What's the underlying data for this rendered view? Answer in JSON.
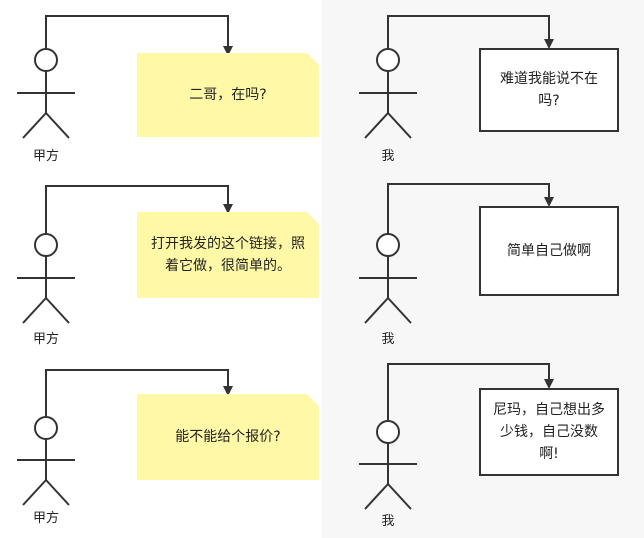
{
  "actors": {
    "client": "甲方",
    "me": "我"
  },
  "panels": [
    {
      "client_message": "二哥，在吗?",
      "my_reply": "难道我能说不在吗?"
    },
    {
      "client_message": "打开我发的这个链接，照着它做，很简单的。",
      "my_reply": "简单自己做啊"
    },
    {
      "client_message": "能不能给个报价?",
      "my_reply": "尼玛，自己想出多少钱，自己没数啊!"
    }
  ],
  "colors": {
    "note_fill": "#fff8a6",
    "line": "#333333",
    "right_background": "#f7f7f7"
  }
}
